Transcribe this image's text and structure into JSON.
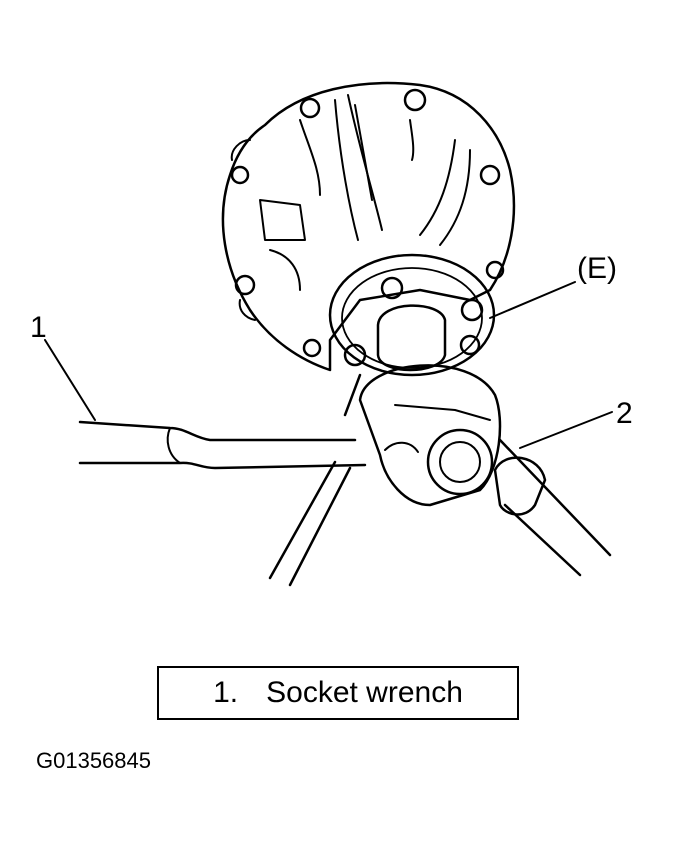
{
  "callouts": {
    "one": "1",
    "two": "2",
    "e": "(E)"
  },
  "legend": {
    "number": "1.",
    "label": "Socket wrench"
  },
  "figure_code": "G01356845",
  "colors": {
    "ink": "#000000",
    "paper": "#ffffff"
  }
}
